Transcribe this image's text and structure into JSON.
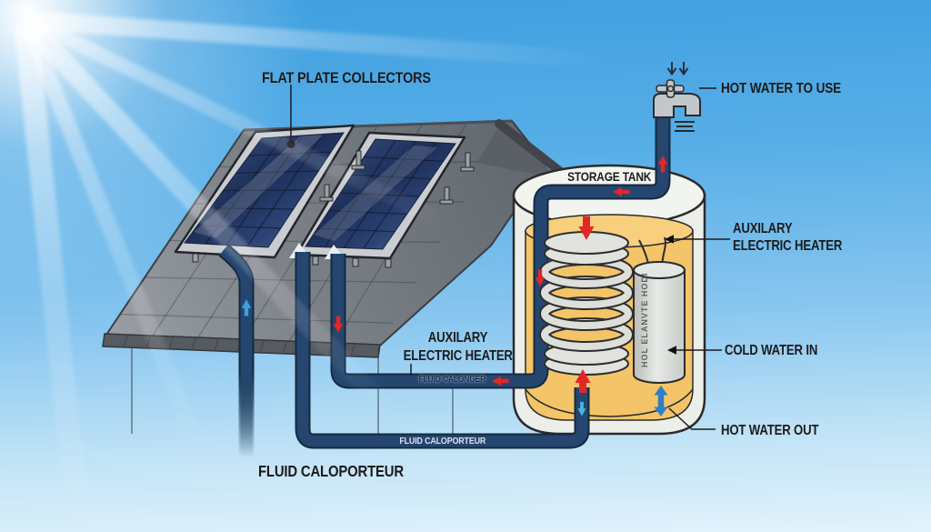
{
  "labels": {
    "flat_plate_collectors": "FLAT PLATE COLLECTORS",
    "hot_water_to_use": "HOT WATER TO USE",
    "storage_tank": "STORAGE TANK",
    "aux_heater_right": {
      "line1": "AUXILARY",
      "line2": "ELECTRIC HEATER"
    },
    "aux_heater_mid": {
      "line1": "AUXILARY",
      "line2": "ELECTRIC HEATER"
    },
    "cold_water_in": "COLD WATER IN",
    "hot_water_out": "HOT WATER OUT",
    "fluid_caloporteur": "FLUID CALOPORTEUR",
    "pipe_label_upper": "FLUID CALONGER",
    "pipe_label_lower": "FLUID CALOPORTEUR",
    "heater_rod_text": "HOL ELANVTE HODI"
  },
  "icons": {
    "faucet": "water-tap-with-cross-handle",
    "sun": "sun-glow-with-rays-top-left",
    "flow_arrow": "solid-arrow",
    "double_arrow": "vertical-double-arrow"
  },
  "colors": {
    "sky-top": "#3f9fe0",
    "sky-bottom": "#e3f3fc",
    "pipe": "#24466f",
    "pipe-dark": "#152941",
    "liquid": "#f3c468",
    "liquid-light": "#f7cf7d",
    "arrow-red": "#e32726",
    "arrow-blue": "#3f9fdf",
    "arrow-cyan": "#46b6e6",
    "arrow-blue-dark": "#2f7fc5",
    "roof": "#73787e",
    "roof-dark": "#565b61",
    "tank-shell": "#eceee9",
    "ink": "#1c1c1c"
  }
}
